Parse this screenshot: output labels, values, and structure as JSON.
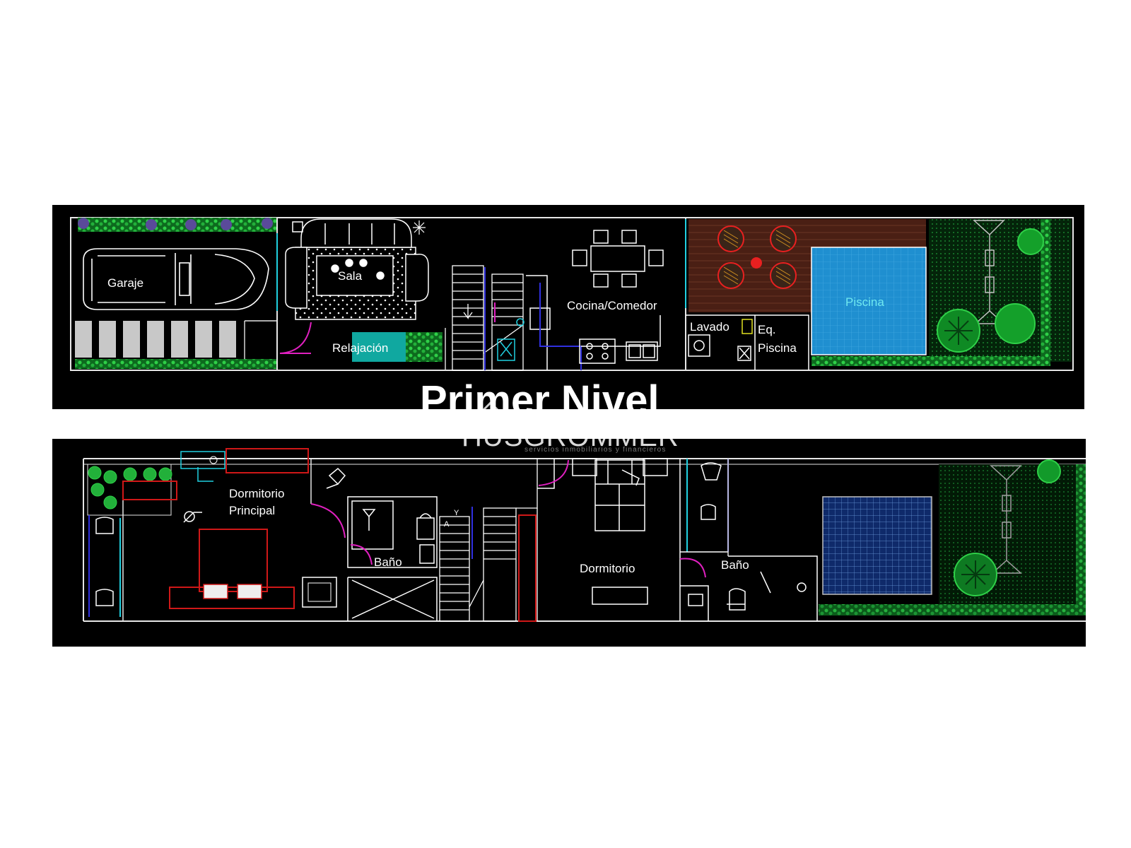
{
  "plans": {
    "top": {
      "title_partial": "Primer Nivel",
      "rooms": {
        "garaje": "Garaje",
        "sala": "Sala",
        "relajacion": "Relajación",
        "cocina": "Cocina/Comedor",
        "lavado": "Lavado",
        "eq": "Eq.",
        "piscina_eq": "Piscina",
        "piscina": "Piscina"
      }
    },
    "bottom": {
      "rooms": {
        "dormitorio_principal_1": "Dormitorio",
        "dormitorio_principal_2": "Principal",
        "bano_1": "Baño",
        "dormitorio": "Dormitorio",
        "bano_2": "Baño"
      },
      "stair_marks": [
        "A",
        "Y"
      ]
    }
  },
  "watermark": {
    "name": "HUSGROMMER",
    "tagline": "servicios inmobiliarios y financieros"
  },
  "colors": {
    "background": "#000000",
    "walls": "#e8e8e8",
    "hedge": "#1fbf3a",
    "pool": "#1f8fd0",
    "deck": "#5a2a1c",
    "furniture_red": "#d01818",
    "door_magenta": "#e020c0",
    "window_blue": "#3030e0",
    "cyan": "#20d0e0"
  }
}
